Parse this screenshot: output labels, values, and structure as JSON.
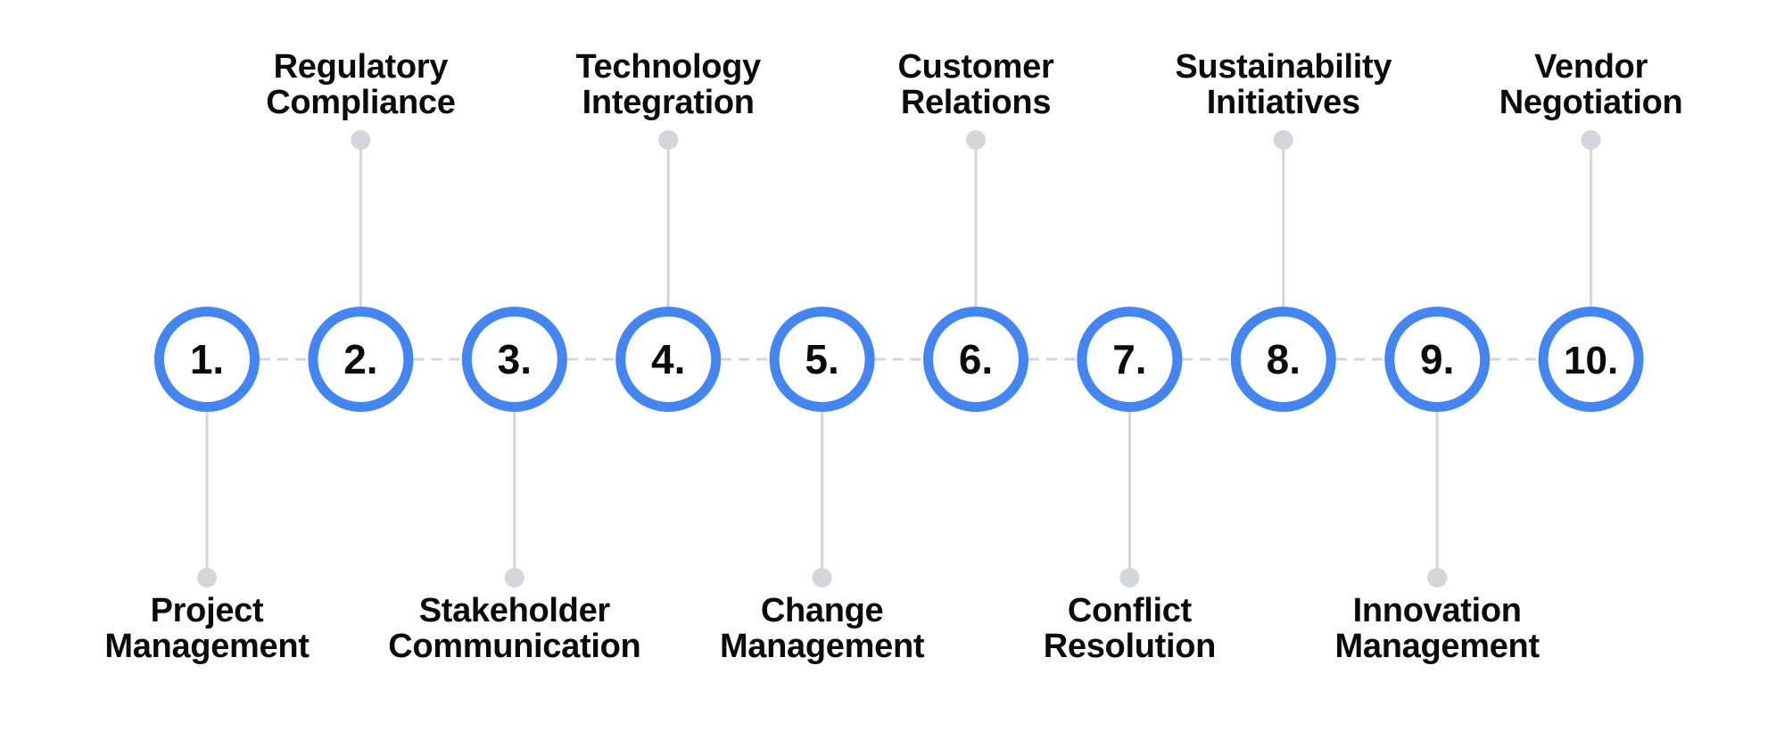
{
  "colors": {
    "ring": "#4285F4",
    "connector": "#D3D6DA",
    "dot": "#D3D6DA",
    "text": "#0B0B0B",
    "background": "#FFFFFF"
  },
  "steps": [
    {
      "number": "1.",
      "label_lines": [
        "Project",
        "Management"
      ],
      "side": "bottom"
    },
    {
      "number": "2.",
      "label_lines": [
        "Regulatory",
        "Compliance"
      ],
      "side": "top"
    },
    {
      "number": "3.",
      "label_lines": [
        "Stakeholder",
        "Communication"
      ],
      "side": "bottom"
    },
    {
      "number": "4.",
      "label_lines": [
        "Technology",
        "Integration"
      ],
      "side": "top"
    },
    {
      "number": "5.",
      "label_lines": [
        "Change",
        "Management"
      ],
      "side": "bottom"
    },
    {
      "number": "6.",
      "label_lines": [
        "Customer",
        "Relations"
      ],
      "side": "top"
    },
    {
      "number": "7.",
      "label_lines": [
        "Conflict",
        "Resolution"
      ],
      "side": "bottom"
    },
    {
      "number": "8.",
      "label_lines": [
        "Sustainability",
        "Initiatives"
      ],
      "side": "top"
    },
    {
      "number": "9.",
      "label_lines": [
        "Innovation",
        "Management"
      ],
      "side": "bottom"
    },
    {
      "number": "10.",
      "label_lines": [
        "Vendor",
        "Negotiation"
      ],
      "side": "top"
    }
  ]
}
